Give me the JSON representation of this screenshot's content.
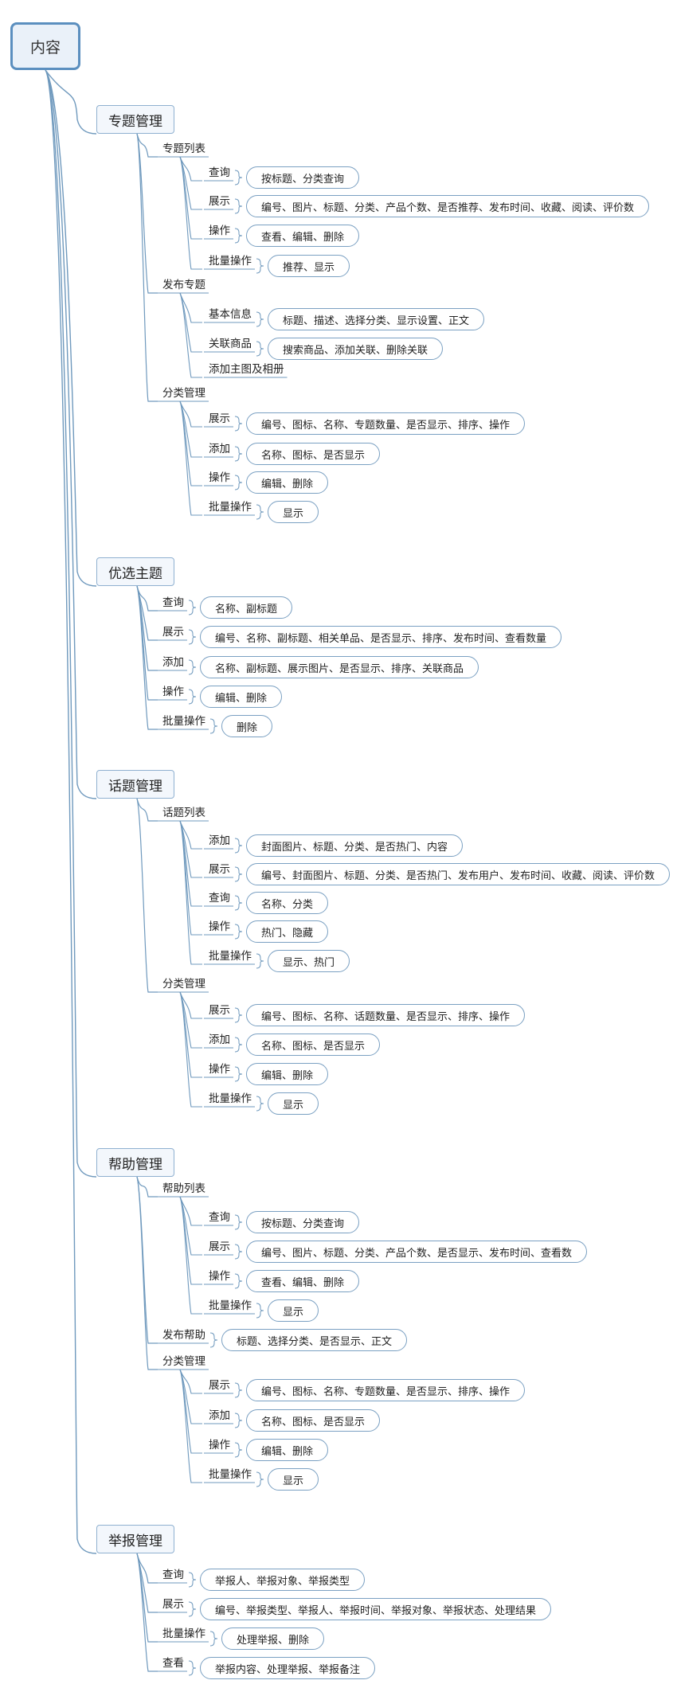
{
  "root": "内容",
  "topics": [
    {
      "title": "专题管理",
      "items": [
        {
          "label": "专题列表",
          "children": [
            {
              "label": "查询",
              "leaf": "按标题、分类查询"
            },
            {
              "label": "展示",
              "leaf": "编号、图片、标题、分类、产品个数、是否推荐、发布时间、收藏、阅读、评价数"
            },
            {
              "label": "操作",
              "leaf": "查看、编辑、删除"
            },
            {
              "label": "批量操作",
              "leaf": "推荐、显示"
            }
          ]
        },
        {
          "label": "发布专题",
          "children": [
            {
              "label": "基本信息",
              "leaf": "标题、描述、选择分类、显示设置、正文"
            },
            {
              "label": "关联商品",
              "leaf": "搜索商品、添加关联、删除关联"
            },
            {
              "label": "添加主图及相册"
            }
          ]
        },
        {
          "label": "分类管理",
          "children": [
            {
              "label": "展示",
              "leaf": "编号、图标、名称、专题数量、是否显示、排序、操作"
            },
            {
              "label": "添加",
              "leaf": "名称、图标、是否显示"
            },
            {
              "label": "操作",
              "leaf": "编辑、删除"
            },
            {
              "label": "批量操作",
              "leaf": "显示"
            }
          ]
        }
      ]
    },
    {
      "title": "优选主题",
      "items": [
        {
          "label": "查询",
          "leaf": "名称、副标题"
        },
        {
          "label": "展示",
          "leaf": "编号、名称、副标题、相关单品、是否显示、排序、发布时间、查看数量"
        },
        {
          "label": "添加",
          "leaf": "名称、副标题、展示图片、是否显示、排序、关联商品"
        },
        {
          "label": "操作",
          "leaf": "编辑、删除"
        },
        {
          "label": "批量操作",
          "leaf": "删除"
        }
      ]
    },
    {
      "title": "话题管理",
      "items": [
        {
          "label": "话题列表",
          "children": [
            {
              "label": "添加",
              "leaf": "封面图片、标题、分类、是否热门、内容"
            },
            {
              "label": "展示",
              "leaf": "编号、封面图片、标题、分类、是否热门、发布用户、发布时间、收藏、阅读、评价数"
            },
            {
              "label": "查询",
              "leaf": "名称、分类"
            },
            {
              "label": "操作",
              "leaf": "热门、隐藏"
            },
            {
              "label": "批量操作",
              "leaf": "显示、热门"
            }
          ]
        },
        {
          "label": "分类管理",
          "children": [
            {
              "label": "展示",
              "leaf": "编号、图标、名称、话题数量、是否显示、排序、操作"
            },
            {
              "label": "添加",
              "leaf": "名称、图标、是否显示"
            },
            {
              "label": "操作",
              "leaf": "编辑、删除"
            },
            {
              "label": "批量操作",
              "leaf": "显示"
            }
          ]
        }
      ]
    },
    {
      "title": "帮助管理",
      "items": [
        {
          "label": "帮助列表",
          "children": [
            {
              "label": "查询",
              "leaf": "按标题、分类查询"
            },
            {
              "label": "展示",
              "leaf": "编号、图片、标题、分类、产品个数、是否显示、发布时间、查看数"
            },
            {
              "label": "操作",
              "leaf": "查看、编辑、删除"
            },
            {
              "label": "批量操作",
              "leaf": "显示"
            }
          ]
        },
        {
          "label": "发布帮助",
          "leaf": "标题、选择分类、是否显示、正文"
        },
        {
          "label": "分类管理",
          "children": [
            {
              "label": "展示",
              "leaf": "编号、图标、名称、专题数量、是否显示、排序、操作"
            },
            {
              "label": "添加",
              "leaf": "名称、图标、是否显示"
            },
            {
              "label": "操作",
              "leaf": "编辑、删除"
            },
            {
              "label": "批量操作",
              "leaf": "显示"
            }
          ]
        }
      ]
    },
    {
      "title": "举报管理",
      "items": [
        {
          "label": "查询",
          "leaf": "举报人、举报对象、举报类型"
        },
        {
          "label": "展示",
          "leaf": "编号、举报类型、举报人、举报时间、举报对象、举报状态、处理结果"
        },
        {
          "label": "批量操作",
          "leaf": "处理举报、删除"
        },
        {
          "label": "查看",
          "leaf": "举报内容、处理举报、举报备注"
        }
      ]
    }
  ]
}
